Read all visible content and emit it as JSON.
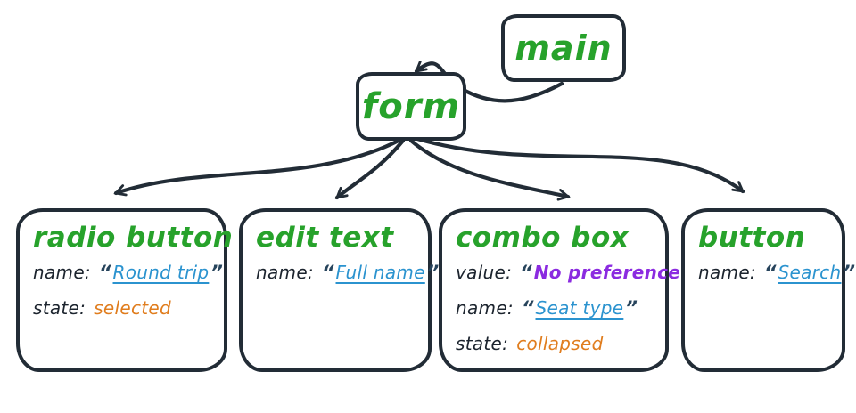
{
  "diagram": {
    "title_hint": "accessibility tree of a flight search form",
    "colors": {
      "green": "#27a22b",
      "blue": "#2b93cf",
      "orange": "#e07d1e",
      "purple": "#8b2be0",
      "ink": "#222c36"
    },
    "glyphs": {
      "open_quote": "“",
      "close_quote": "”"
    },
    "nodes": {
      "main": {
        "label": "main"
      },
      "form": {
        "label": "form"
      }
    },
    "children": [
      {
        "id": "radio-button",
        "title": "radio button",
        "props": [
          {
            "key": "name:",
            "value": "Round trip",
            "kind": "name",
            "quoted": true
          },
          {
            "key": "state:",
            "value": "selected",
            "kind": "state",
            "quoted": false
          }
        ]
      },
      {
        "id": "edit-text",
        "title": "edit text",
        "props": [
          {
            "key": "name:",
            "value": "Full name",
            "kind": "name",
            "quoted": true
          }
        ]
      },
      {
        "id": "combo-box",
        "title": "combo box",
        "props": [
          {
            "key": "value:",
            "value": "No preference",
            "kind": "value",
            "quoted": true
          },
          {
            "key": "name:",
            "value": "Seat type",
            "kind": "name",
            "quoted": true
          },
          {
            "key": "state:",
            "value": "collapsed",
            "kind": "state",
            "quoted": false
          }
        ]
      },
      {
        "id": "button",
        "title": "button",
        "props": [
          {
            "key": "name:",
            "value": "Search",
            "kind": "name",
            "quoted": true
          }
        ]
      }
    ],
    "edges": [
      {
        "from": "main",
        "to": "form"
      },
      {
        "from": "form",
        "to": "radio-button"
      },
      {
        "from": "form",
        "to": "edit-text"
      },
      {
        "from": "form",
        "to": "combo-box"
      },
      {
        "from": "form",
        "to": "button"
      }
    ]
  }
}
